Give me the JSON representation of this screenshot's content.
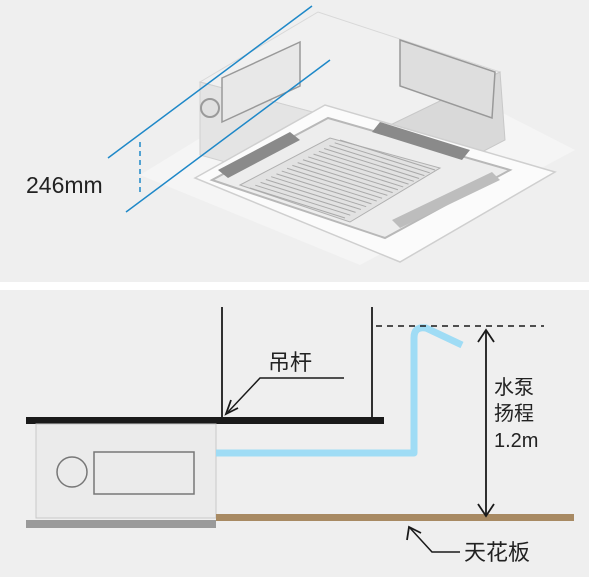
{
  "top": {
    "height_label": "246mm"
  },
  "bottom": {
    "rod_label": "吊杆",
    "pump_label_line1": "水泵",
    "pump_label_line2": "扬程",
    "pump_label_line3": "1.2m",
    "ceiling_label": "天花板"
  },
  "colors": {
    "panel_bg": "#efefef",
    "dimension_blue": "#1e88c8",
    "drain_pipe": "#9fdcf5",
    "ceiling_brown": "#a88a63",
    "unit_body": "#ebebeb",
    "bar_dark": "#1a1a1a"
  }
}
